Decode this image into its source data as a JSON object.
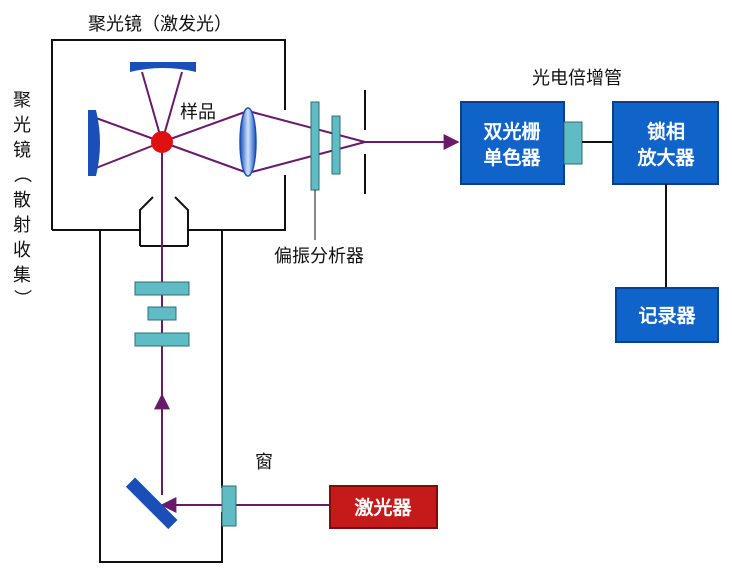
{
  "labels": {
    "condenser_excite": "聚光镜（激发光）",
    "condenser_collect": [
      "聚",
      "光",
      "镜",
      "（",
      "散",
      "射",
      "收",
      "集",
      "）"
    ],
    "sample": "样品",
    "polarizer_analyzer": "偏振分析器",
    "pmt": "光电倍增管",
    "window": "窗"
  },
  "boxes": {
    "monochromator": [
      "双光栅",
      "单色器"
    ],
    "lockin": [
      "锁相",
      "放大器"
    ],
    "recorder": "记录器",
    "laser": "激光器"
  },
  "colors": {
    "frame": "#111111",
    "beam": "#6a1a6a",
    "optic_teal": "#5fbcc4",
    "mirror_blue": "#1a4fb8",
    "box_blue": "#0f63c9",
    "laser_red": "#c41a1a",
    "sample_red": "#e01010"
  }
}
